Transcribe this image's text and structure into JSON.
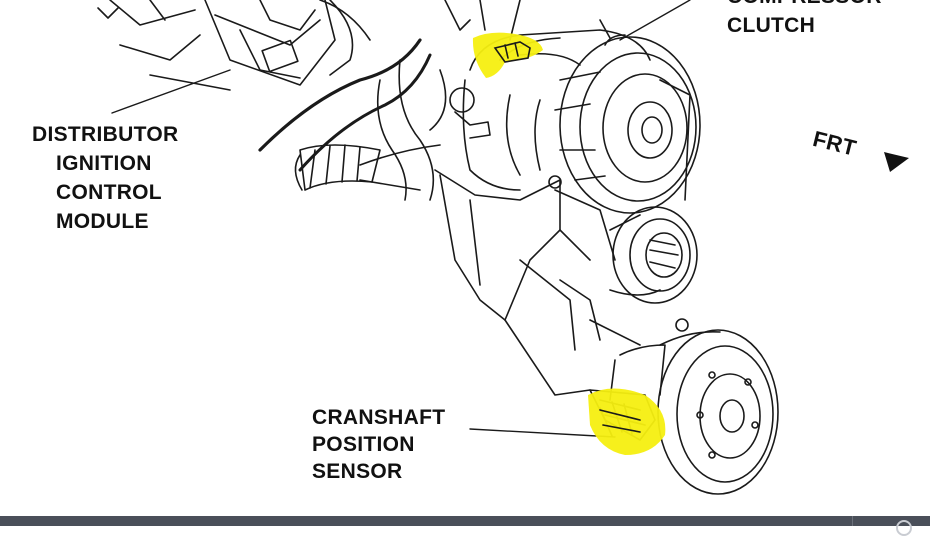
{
  "labels": {
    "compressor_clutch": [
      "COMPRESSOR",
      "CLUTCH"
    ],
    "distributor": [
      "DISTRIBUTOR",
      "IGNITION",
      "CONTROL",
      "MODULE"
    ],
    "crankshaft": [
      "CRANSHAFT",
      "POSITION",
      "SENSOR"
    ],
    "front": "FRT"
  },
  "colors": {
    "highlight": "#f5ef10",
    "line": "#1a1a1a",
    "bar": "#4a4f59"
  },
  "icons": {
    "front_arrow": "arrow-right-icon",
    "bar_control": "circle-control-icon"
  }
}
